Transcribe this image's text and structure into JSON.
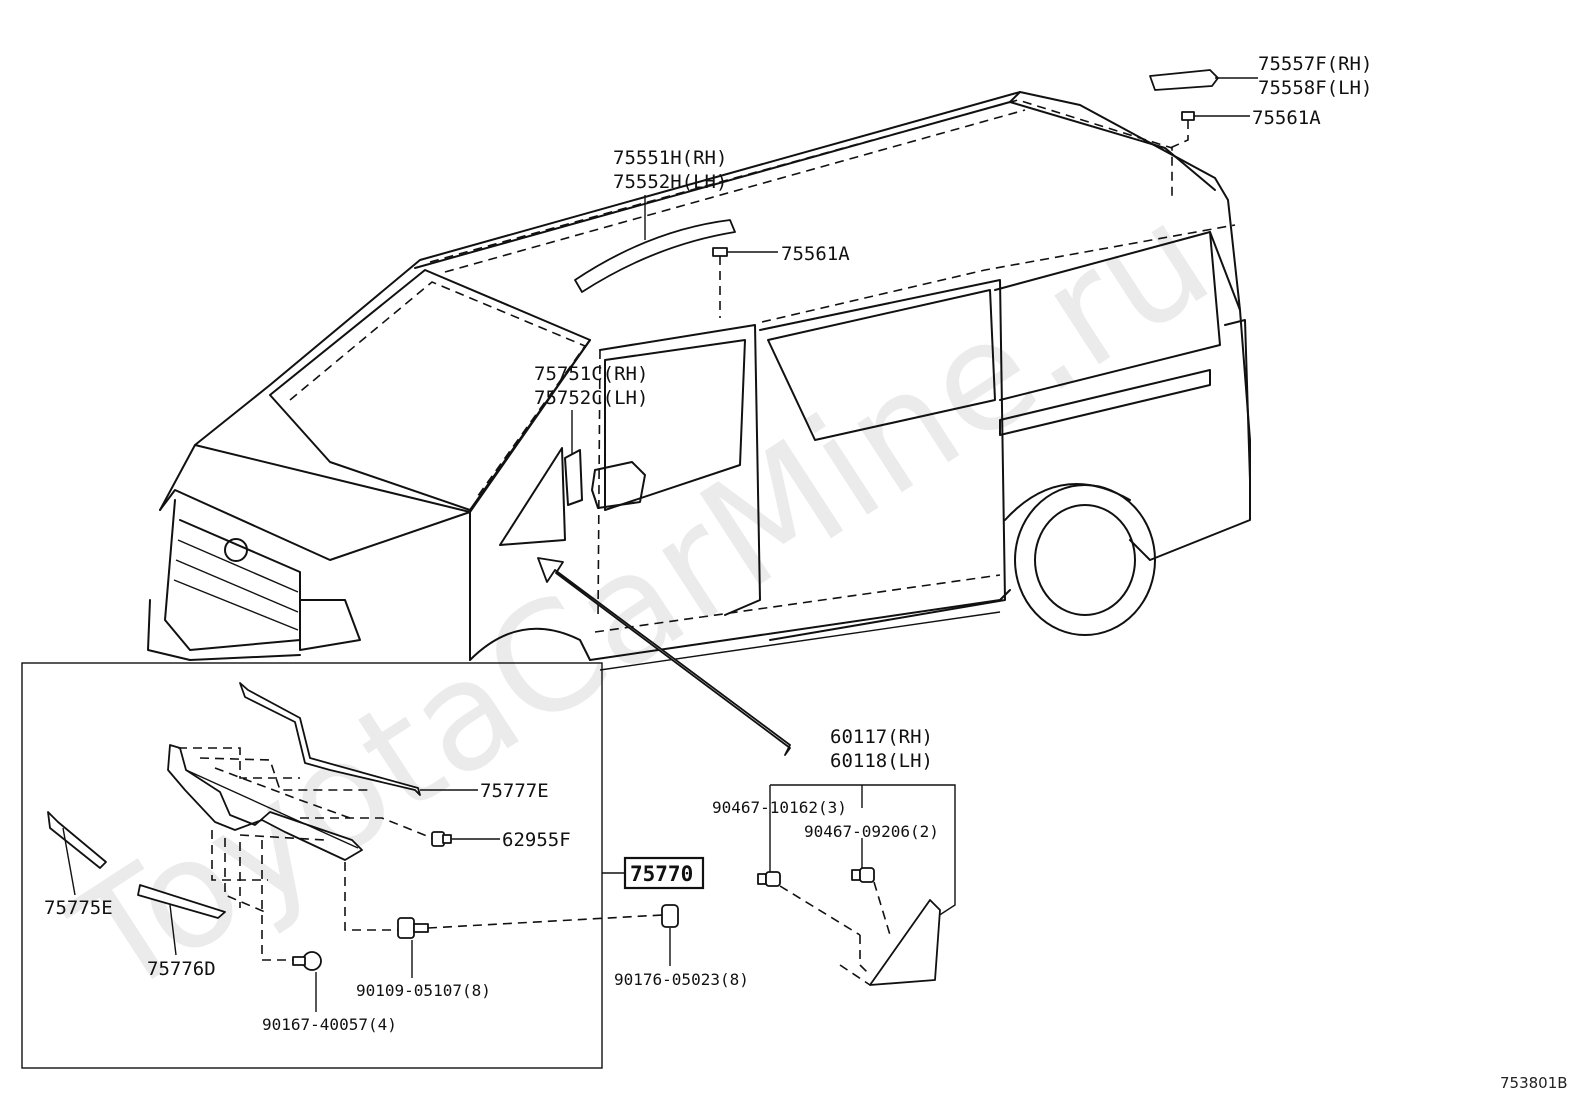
{
  "watermark": "ToyotaCarMine.ru",
  "diagram_ref": "753801B",
  "labels": {
    "p75557f": "75557F(RH)",
    "p75558f": "75558F(LH)",
    "p75561a_rear": "75561A",
    "p75551h": "75551H(RH)",
    "p75552h": "75552H(LH)",
    "p75561a_front": "75561A",
    "p75751c": "75751C(RH)",
    "p75752c": "75752C(LH)",
    "p60117": "60117(RH)",
    "p60118": "60118(LH)",
    "p90467_10162": "90467-10162(3)",
    "p90467_09206": "90467-09206(2)",
    "p75777e": "75777E",
    "p62955f": "62955F",
    "p75770": "75770",
    "p75775e": "75775E",
    "p75776d": "75776D",
    "p90109_05107": "90109-05107(8)",
    "p90176_05023": "90176-05023(8)",
    "p90167_40057": "90167-40057(4)"
  }
}
